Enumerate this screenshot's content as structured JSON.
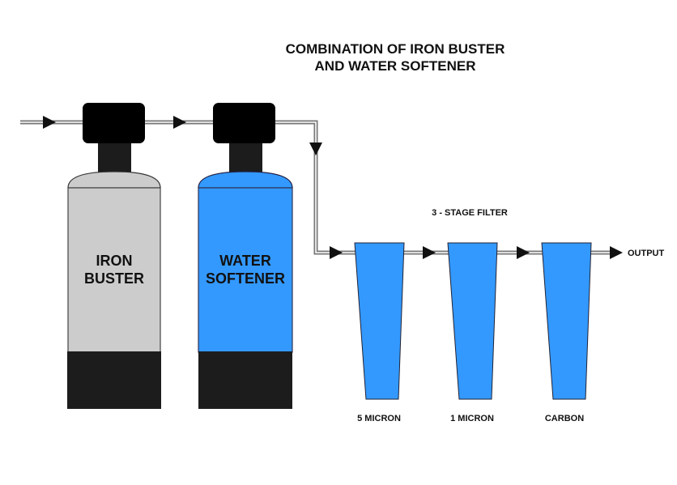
{
  "title": {
    "line1": "COMBINATION OF IRON BUSTER",
    "line2": "AND WATER SOFTENER"
  },
  "tanks": [
    {
      "id": "iron-buster",
      "label_line1": "IRON",
      "label_line2": "BUSTER",
      "color": "#cccccc"
    },
    {
      "id": "water-softener",
      "label_line1": "WATER",
      "label_line2": "SOFTENER",
      "color": "#3399ff"
    }
  ],
  "filter_stage": {
    "label": "3 - STAGE FILTER",
    "filters": [
      {
        "label": "5 MICRON",
        "color": "#3399ff"
      },
      {
        "label": "1 MICRON",
        "color": "#3399ff"
      },
      {
        "label": "CARBON",
        "color": "#3399ff"
      }
    ]
  },
  "output_label": "OUTPUT",
  "colors": {
    "valve_head": "#000000",
    "tank_base": "#1c1c1c",
    "pipe": "#888888",
    "arrow": "#111111"
  }
}
